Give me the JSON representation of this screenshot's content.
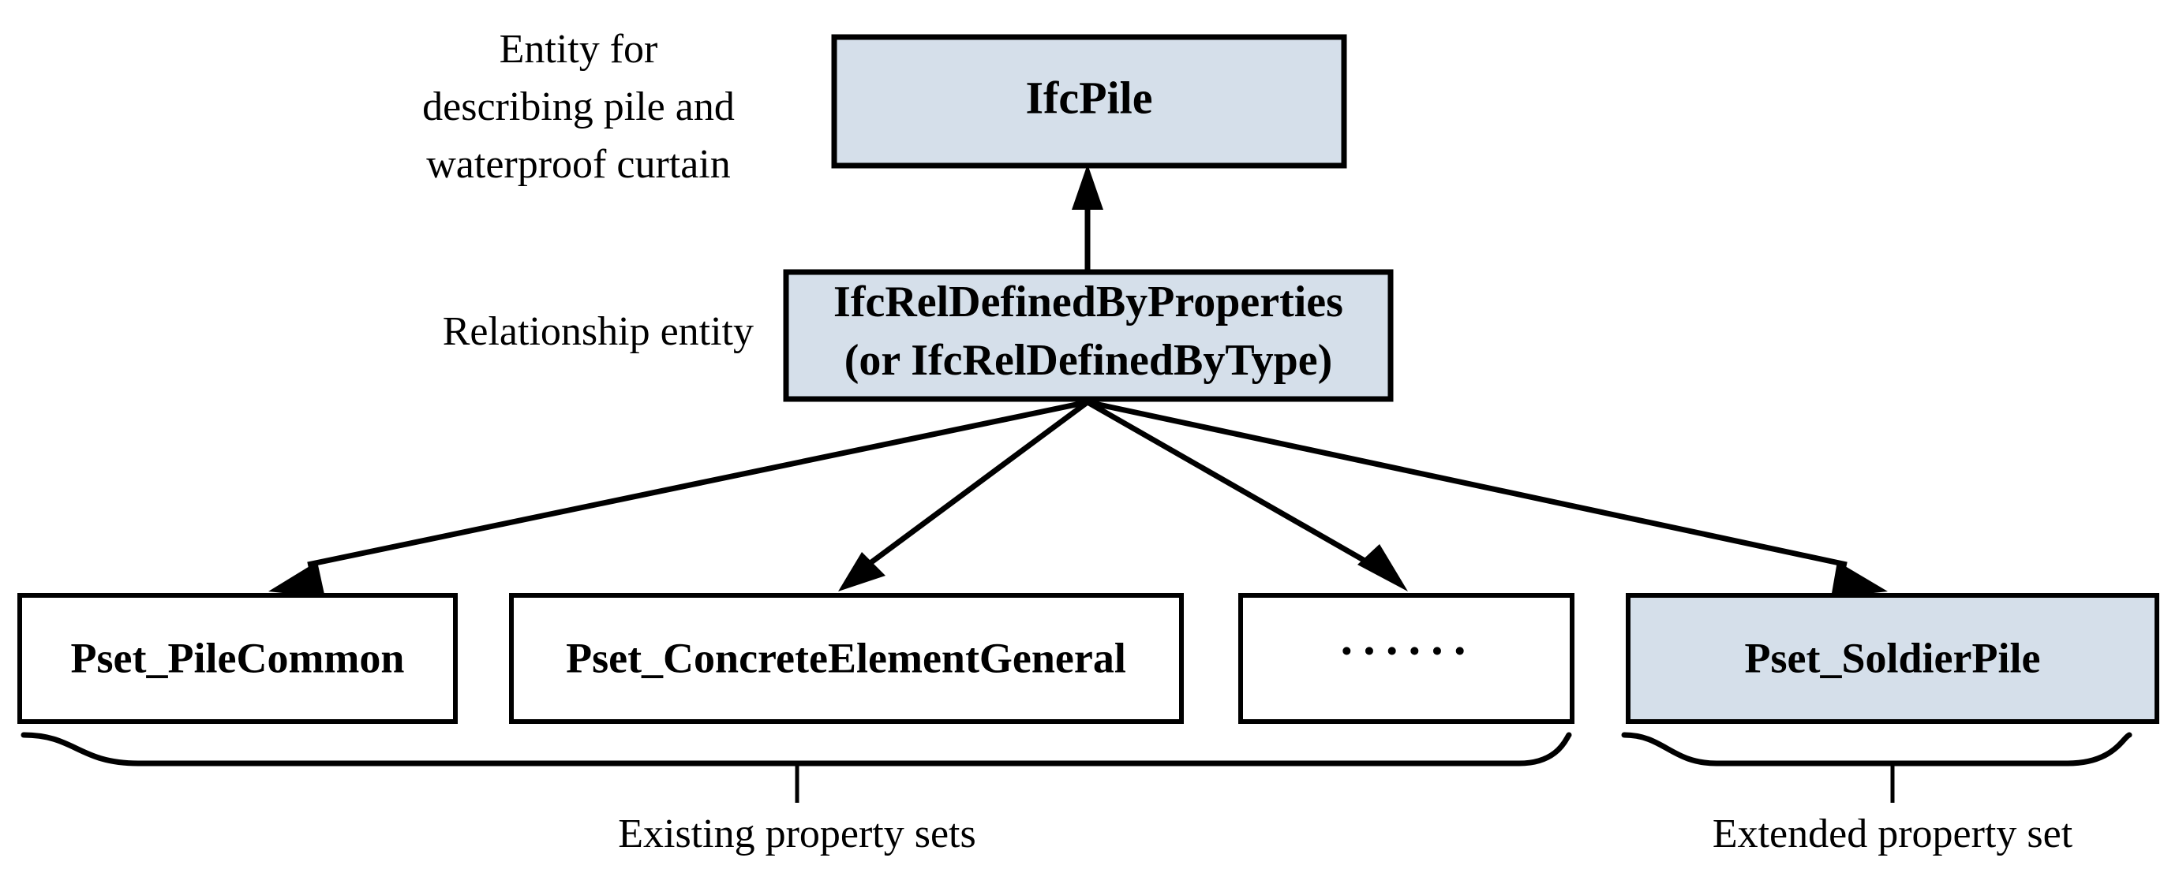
{
  "diagram": {
    "type": "ifc-entity-relationship-diagram",
    "colors": {
      "highlight_fill": "#d5dfea",
      "plain_fill": "#ffffff",
      "stroke": "#000000",
      "text": "#000000"
    },
    "annotations": [
      {
        "id": "entity-note",
        "lines": [
          "Entity for",
          "describing pile and",
          "waterproof curtain"
        ]
      },
      {
        "id": "relationship-note",
        "lines": [
          "Relationship entity"
        ]
      }
    ],
    "nodes": {
      "top": {
        "id": "ifc-pile",
        "lines": [
          "IfcPile"
        ],
        "fill": "highlight"
      },
      "middle": {
        "id": "ifc-rel-defined-by-properties",
        "lines": [
          "IfcRelDefinedByProperties",
          "(or IfcRelDefinedByType)"
        ],
        "fill": "highlight"
      },
      "property_sets": [
        {
          "id": "pset-pile-common",
          "lines": [
            "Pset_PileCommon"
          ],
          "fill": "plain"
        },
        {
          "id": "pset-concrete-element-general",
          "lines": [
            "Pset_ConcreteElementGeneral"
          ],
          "fill": "plain"
        },
        {
          "id": "pset-ellipsis",
          "lines": [
            "······"
          ],
          "fill": "plain"
        },
        {
          "id": "pset-soldier-pile",
          "lines": [
            "Pset_SoldierPile"
          ],
          "fill": "highlight"
        }
      ]
    },
    "brace_captions": [
      {
        "id": "existing-property-sets",
        "label": "Existing property sets"
      },
      {
        "id": "extended-property-set",
        "label": "Extended property set"
      }
    ]
  }
}
